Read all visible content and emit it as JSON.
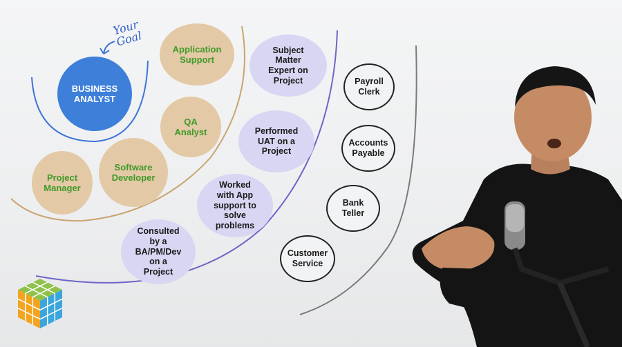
{
  "goal_note": "Your\nGoal",
  "inner_group": {
    "business_analyst": "BUSINESS\nANALYST",
    "application_support": "Application\nSupport",
    "qa_analyst": "QA\nAnalyst",
    "software_developer": "Software\nDeveloper",
    "project_manager": "Project\nManager"
  },
  "experience_group": {
    "subject_matter_expert": "Subject\nMatter\nExpert on\nProject",
    "performed_uat": "Performed\nUAT on a\nProject",
    "worked_with_app_support": "Worked\nwith App\nsupport to\nsolve\nproblems",
    "consulted": "Consulted\nby a\nBA/PM/Dev\non a\nProject"
  },
  "entry_roles": {
    "payroll_clerk": "Payroll\nClerk",
    "accounts_payable": "Accounts\nPayable",
    "bank_teller": "Bank\nTeller",
    "customer_service": "Customer\nService"
  },
  "colors": {
    "goal_blue": "#3d7fd9",
    "tan_fill": "#e3c9a6",
    "tan_text": "#3f9a29",
    "lavender_fill": "#d8d6f3",
    "arc_tan": "#c9a46e",
    "arc_purple": "#6a66c8",
    "arc_gray": "#7a7a7a"
  }
}
